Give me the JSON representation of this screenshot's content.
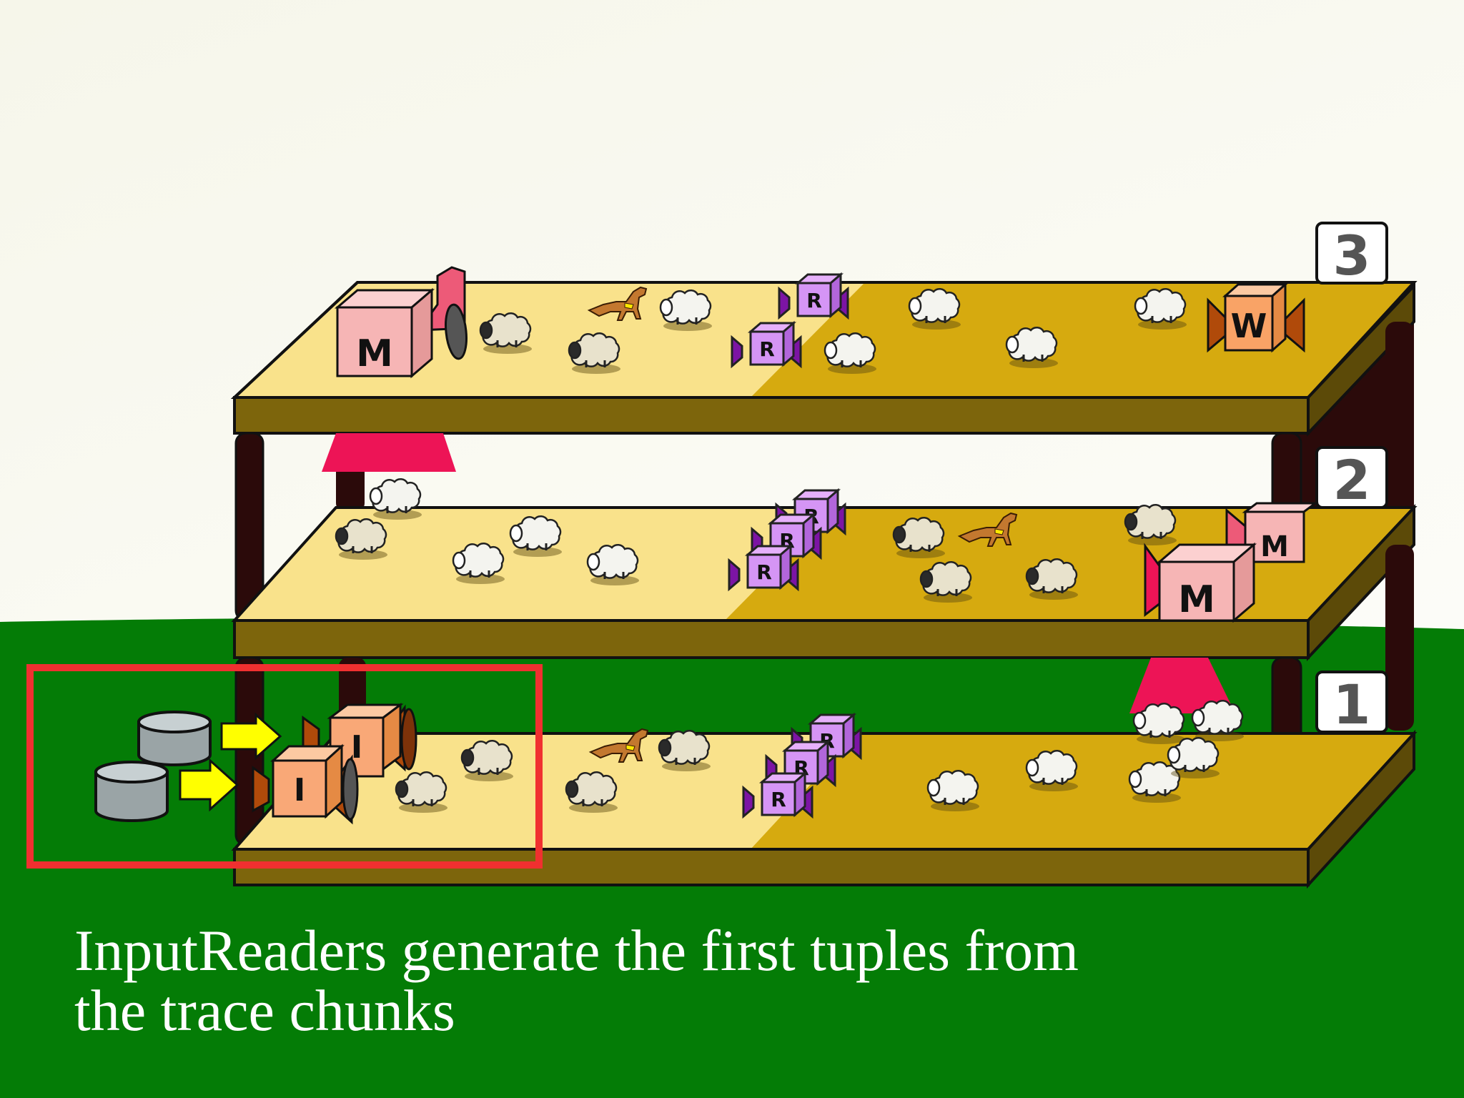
{
  "slide": {
    "caption_line1": "InputReaders generate the first tuples from",
    "caption_line2": "the trace chunks"
  },
  "shelves": [
    {
      "level": "3",
      "label": "3"
    },
    {
      "level": "2",
      "label": "2"
    },
    {
      "level": "1",
      "label": "1"
    }
  ],
  "boxes": {
    "mapper": "M",
    "reducer": "R",
    "writer": "W",
    "input_reader": "I"
  },
  "colors": {
    "grass": "#047c06",
    "shelf_top_light": "#f9e28b",
    "shelf_top_dark": "#d6aa0f",
    "shelf_front": "#7d650c",
    "post": "#2b0a0a",
    "mapper": "#f6b5b5",
    "reducer": "#d18ef1",
    "writer": "#f9a366",
    "input_reader": "#f9a877",
    "highlight": "#f03030",
    "data_chunk": "#9aa4a6",
    "arrow": "#ffff00"
  },
  "icons": [
    "sheep-icon",
    "sheepdog-icon",
    "data-chunk-icon",
    "arrow-icon",
    "funnel-icon"
  ]
}
